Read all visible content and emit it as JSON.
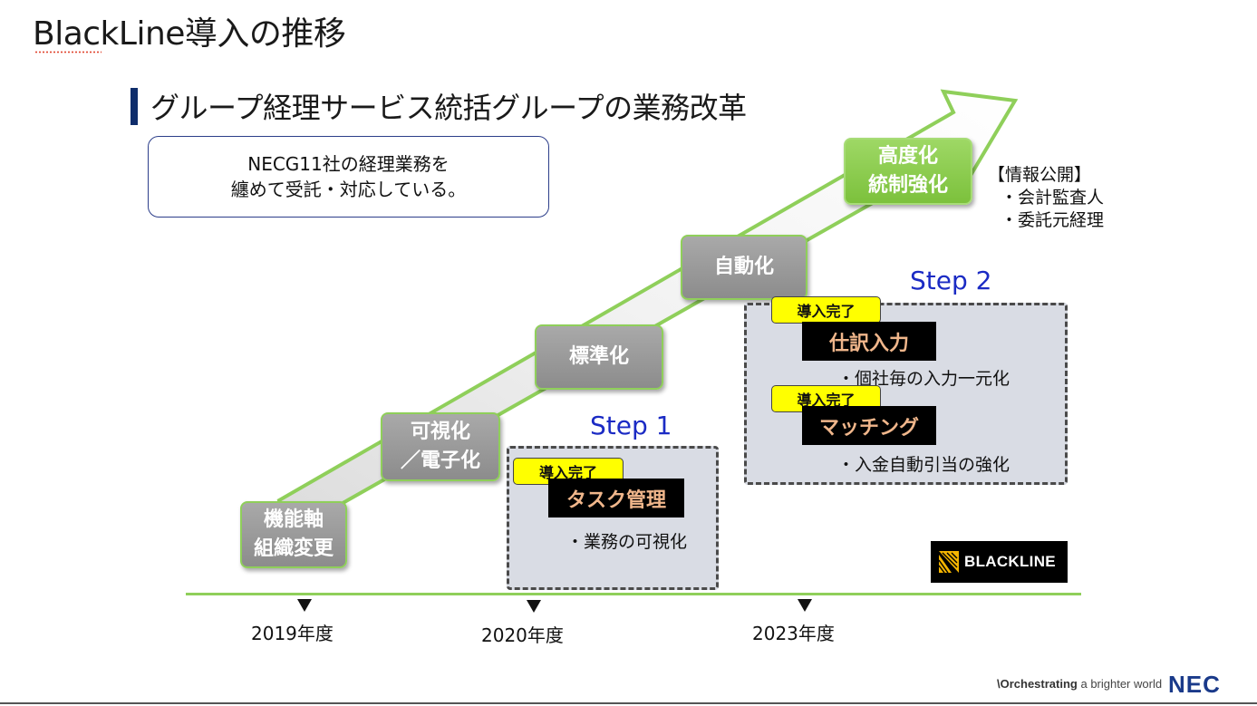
{
  "title": "BlackLine導入の推移",
  "section_title": "グループ経理サービス統括グループの業務改革",
  "note": {
    "line1": "NECG11社の経理業務を",
    "line2": "纏めて受託・対応している。"
  },
  "stages": [
    {
      "line1": "機能軸",
      "line2": "組織変更",
      "style": "gray"
    },
    {
      "line1": "可視化",
      "line2": "／電子化",
      "style": "gray"
    },
    {
      "line1": "標準化",
      "line2": "",
      "style": "gray"
    },
    {
      "line1": "自動化",
      "line2": "",
      "style": "gray"
    },
    {
      "line1": "高度化",
      "line2": "統制強化",
      "style": "green"
    }
  ],
  "info_disclosure": {
    "heading": "【情報公開】",
    "items": [
      "・会計監査人",
      "・委託元経理"
    ]
  },
  "step1": {
    "label": "Step 1",
    "badge": "導入完了",
    "feature": "タスク管理",
    "bullet": "・業務の可視化"
  },
  "step2": {
    "label": "Step 2",
    "items": [
      {
        "badge": "導入完了",
        "feature": "仕訳入力",
        "bullet": "・個社毎の入力一元化"
      },
      {
        "badge": "導入完了",
        "feature": "マッチング",
        "bullet": "・入金自動引当の強化"
      }
    ]
  },
  "timeline": [
    "2019年度",
    "2020年度",
    "2023年度"
  ],
  "logo_text": "BLACKLINE",
  "footer": {
    "tagline_prefix": "\\Orchestrating",
    "tagline_suffix": " a brighter world",
    "brand": "NEC"
  },
  "colors": {
    "accent_green": "#8fcf5a",
    "step_blue": "#1b2bc4",
    "badge_yellow": "#ffff00",
    "section_bar": "#0f2d6b"
  }
}
